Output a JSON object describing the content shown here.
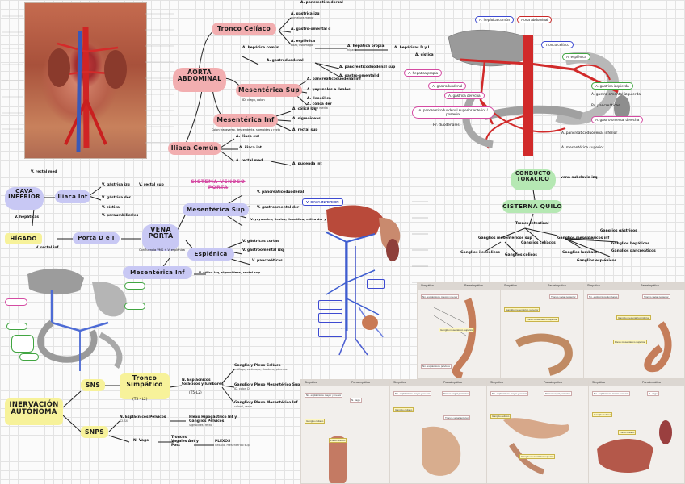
{
  "colors": {
    "red_node": "#f2aeb0",
    "blue_node": "#c8c8f4",
    "green_node": "#b5e8b3",
    "yellow_node": "#f7f29a",
    "pink_outline": "#d44ba2",
    "green_outline": "#41a541",
    "blue_outline": "#3d4ad1"
  },
  "aorta_map": {
    "nodes": {
      "aorta": "AORTA ABDOMINAL",
      "celiac": "Tronco Celíaco",
      "sup_mesenteric": "Mesentérica Sup",
      "inf_mesenteric": "Mesentérica Inf",
      "common_iliac": "Iliaca Común"
    },
    "labels": {
      "gastrica_izq": "A. gástrica izq",
      "gastrica_izq_sub": "curvatura menor",
      "gastrica_der": "A. gastro-omental d",
      "esplenica": "A. esplénica",
      "esplenica_sub": "bazo, estómago",
      "pancreatica_dorsal": "A. pancreática dorsal",
      "hepatica_comun": "A. hepática común",
      "hepatica_propia": "A. hepática propia",
      "hepatica_propia_sub": "hígado",
      "gastroduodenal": "A. gastroduodenal",
      "pancreaticoduodenal_sup": "A. pancreaticoduodenal sup",
      "hepaticas_dyi": "A. hepáticas D y I",
      "cistica": "A. cística",
      "pancreaticoduodenal_inf": "A. pancreaticoduodenal inf",
      "yeyunales_ileales": "A. yeyunales e ileales",
      "ileocolica": "A. ileocólica",
      "colica_der": "A. cólica der",
      "colica_media": "A. cólica media",
      "colica_izq": "A. cólica izq",
      "sigmoideas": "A. sigmoideas",
      "rectal_sup": "A. rectal sup",
      "iliaca_ext": "A. iliaca ext",
      "iliaca_int": "A. iliaca int",
      "rectal_media": "A. rectal med",
      "pudenda": "A. pudenda int",
      "inf_mes_note": "Colon transverso, descendente, sigmoides y recto",
      "sup_mes_note": "ID, ciego, colon"
    }
  },
  "celiac_diagram": {
    "labels": {
      "hepatica_comun": "A. hepática común",
      "aorta_abdominal": "Aorta abdominal",
      "tronco_celiaco": "Tronco celíaco",
      "esplenica": "A. esplénica",
      "hepatica_propia": "A. hepatica propia",
      "gastroduodenal": "A. gastroduodenal",
      "gastrica_derecha": "A. gástrica derecha",
      "gastrica_izquierda": "A. gástrica izquierda",
      "gastro_omental_izq": "A. gastro-omental izquierda",
      "pancreaticas": "Rr. pancreáticas",
      "pancreaticoduodenal_sup": "A. pancreaticoduodenal superior anterior / posterior",
      "gastro_omental_der": "A. gastro-omental derecha",
      "duodenales": "Rr. duodenales",
      "pancreaticoduodenal_inf": "A. pancreaticoduodenal inferior",
      "mesenterica_sup": "A. mesentérica superior"
    }
  },
  "venous_map": {
    "heading": "SISTEMA VENOSO PORTA",
    "nodes": {
      "cava": "CAVA INFERIOR",
      "iliaca_int": "Iliaca Int",
      "higado": "HÍGADO",
      "porta": "Porta D e I",
      "vena_porta": "VENA PORTA",
      "mes_sup": "Mesentérica Sup",
      "esplenica": "Esplénica",
      "mes_inf": "Mesentérica Inf"
    },
    "labels": {
      "gastrica_izq": "V. gástrica izq",
      "gastrica_der": "V. gástrica der",
      "cistica": "V. cística",
      "paraumbilicales": "V. paraumbilicales",
      "hepaticas": "V. hepáticas",
      "rectal_sup": "V. rectal sup",
      "rectal_media": "V. rectal med",
      "rectal_inf": "V. rectal inf",
      "pancreaticoduodenal": "V. pancreaticoduodenal",
      "gastroomental_der": "V. gastroomental der",
      "yeyunales": "V. yeyunales, ileales, ileocólica, cólica der y media",
      "gastricas_cortas": "V. gástricas cortas",
      "gastroomental_izq": "V. gastroomental izq",
      "pancreaticas": "V. pancreáticas",
      "colica_izq": "V. cólica izq, sigmoideas, rectal sup",
      "porta_formation": "Confluencia VMS + V. esplénica",
      "cava_label": "V. CAVA INFERIOR"
    }
  },
  "thoracic_duct": {
    "nodes": {
      "conducto": "CONDUCTO TORÁCICO",
      "cisterna": "CISTERNA QUILO"
    },
    "labels": {
      "vena": "vena subclavia izq",
      "tronco_intestinal": "Tronco intestinal",
      "ganglios_mes_sup": "Ganglios mesentéricos sup",
      "ganglios_mes_inf": "Ganglios mesentéricos inf",
      "ganglios_celiacos": "Ganglios celíacos",
      "ganglios_lumbares": "Ganglios lumbares",
      "ganglios_gastricos": "Ganglios gástricos",
      "ganglios_hepaticos": "Ganglios hepáticos",
      "ganglios_pancreaticos": "Ganglios pancreáticos",
      "ganglios_esplenicos": "Ganglios esplénicos",
      "ganglios_ileocolicos": "Ganglios ileocólicos",
      "ganglios_colicos": "Ganglios cólicos"
    }
  },
  "autonomic": {
    "nodes": {
      "main": "INERVACIÓN AUTÓNOMA",
      "sns": "SNS",
      "snps": "SNPS",
      "tronco": "Tronco Simpático",
      "tronco_sub": "(T5 - L2)"
    },
    "labels": {
      "esplacnicos": "N. Esplácnicos torácicos y lumbares",
      "esplacnicos_sub": "(T5-L2)",
      "ganglio_celiaco": "Ganglio y Plexo Celíaco",
      "ganglio_celiaco_sub": "esófago, estómago, duodeno, páncreas",
      "ganglio_mes_sup": "Ganglio y Plexo Mesentérico Sup",
      "ganglio_mes_sup_sub": "ID, colon D",
      "ganglio_mes_inf": "Ganglio y Plexo Mesentérico Inf",
      "ganglio_mes_inf_sub": "colon I, recto",
      "pelvicos": "N. Esplácnicos Pélvicos",
      "pelvicos_sub": "S2-S4",
      "plexo_hipogastrico": "Plexo Hipogástrico Inf y Ganglios Pélvicos",
      "plexo_hipogastrico_sub": "Sigmoides, recto",
      "vago": "N. Vago",
      "troncos_vagales": "Troncos Vagales Ant y Post",
      "plexos": "PLEXOS",
      "plexos_sub": "Celíaco, mesentérico sup"
    }
  },
  "cards": {
    "simpatico_header": "Simpática",
    "parasimpatico_header": "Parasimpática",
    "ganglio_celiaco": "Ganglio celíaco",
    "ganglio_mes_sup": "Ganglio mesentérico superior",
    "ganglio_mes_inf": "Ganglio mesentérico inferior",
    "plexo_celiaco": "Plexo celíaco",
    "plexo_mes_sup": "Plexo mesentérico superior",
    "nn_esplacnicos": "Nn. esplácnicos mayor y menor",
    "nn_pelvicos": "Nn. esplácnicos pélvicos",
    "tronco_vagal": "Tronco vagal posterior",
    "tronco_vagal_ant": "Tronco vagal anterior",
    "n_vago": "N. vago",
    "nn_lumbares": "Nn. esplácnicos lumbares"
  }
}
